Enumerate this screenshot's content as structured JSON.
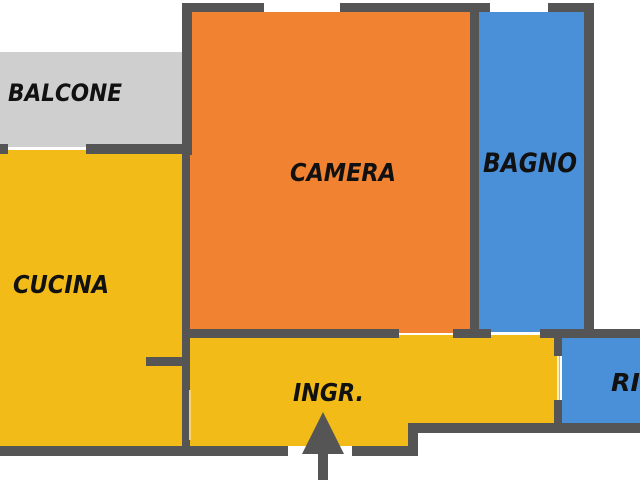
{
  "rooms": {
    "balcone": {
      "label": "BALCONE",
      "color": "#cfcfcf"
    },
    "camera": {
      "label": "CAMERA",
      "color": "#f08232"
    },
    "bagno": {
      "label": "BAGNO",
      "color": "#4a90d9"
    },
    "cucina": {
      "label": "CUCINA",
      "color": "#f2bb18"
    },
    "ingresso": {
      "label": "INGR.",
      "color": "#f2bb18"
    },
    "ripostiglio": {
      "label": "RI",
      "color": "#4a90d9"
    }
  },
  "colors": {
    "wall": "#555555",
    "window": "#ffffff",
    "arrow": "#555555"
  },
  "icons": {
    "entrance": "entrance-arrow-icon"
  }
}
